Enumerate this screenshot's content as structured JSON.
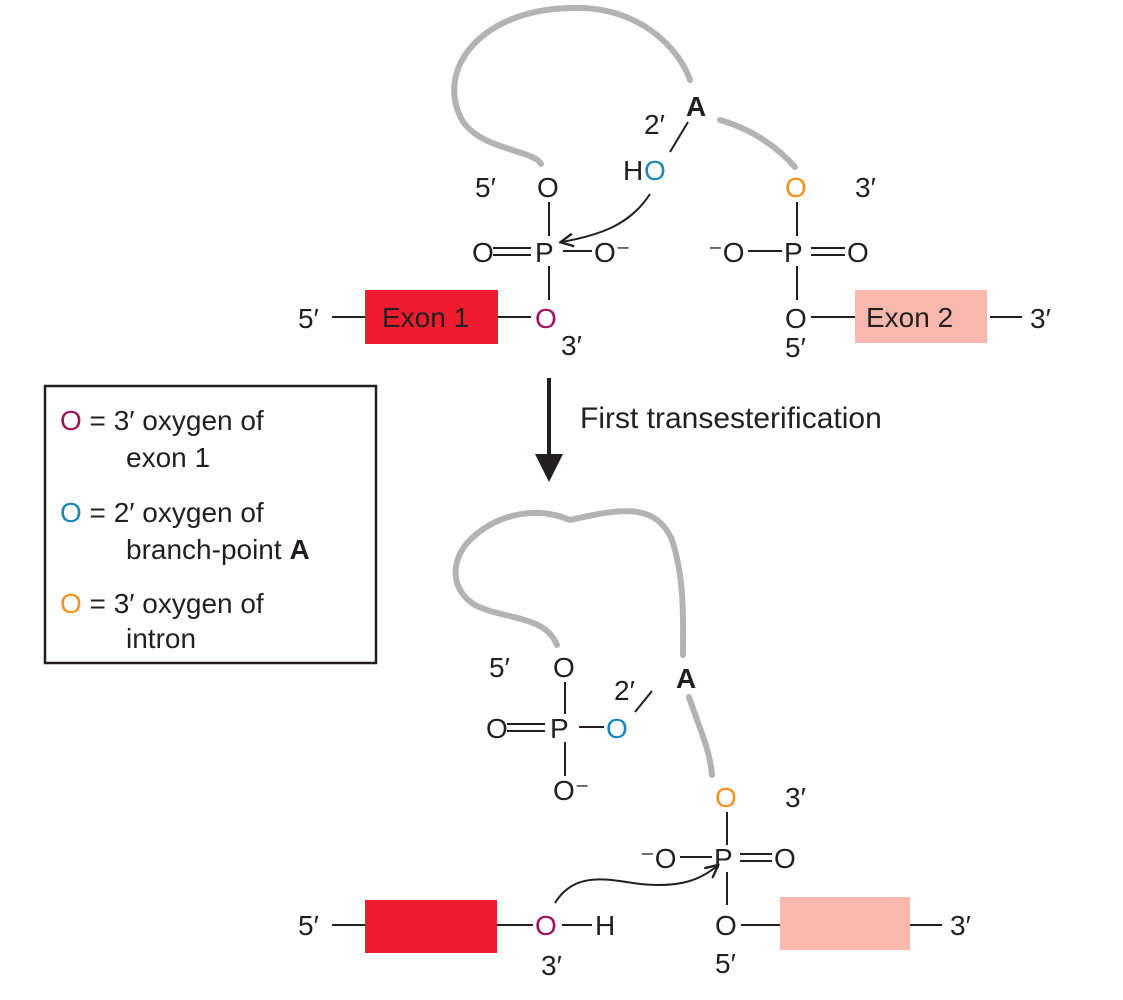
{
  "colors": {
    "exon1": "#ee1c2e",
    "exon2": "#f9b7ae",
    "oxygen_exon1": "#a0125f",
    "oxygen_branch": "#1b87b8",
    "oxygen_intron": "#f3921f",
    "intron": "#b3b3b3"
  },
  "atoms": {
    "O": "O",
    "P": "P",
    "H": "H",
    "HO_H": "H",
    "A": "A",
    "O_minus": "O⁻",
    "minus_O": "⁻O"
  },
  "primes": {
    "five": "5′",
    "three": "3′",
    "two": "2′"
  },
  "top": {
    "exon1_label": "Exon 1",
    "exon2_label": "Exon 2"
  },
  "step_label": "First transesterification",
  "legend": {
    "items": [
      {
        "symbol": "O",
        "color": "#a0125f",
        "line1": " = 3′ oxygen of",
        "line2": "exon 1"
      },
      {
        "symbol": "O",
        "color": "#1b87b8",
        "line1": " = 2′ oxygen of",
        "line2": "branch-point ",
        "line2_bold": "A"
      },
      {
        "symbol": "O",
        "color": "#f3921f",
        "line1": " = 3′ oxygen of",
        "line2": "intron"
      }
    ]
  }
}
